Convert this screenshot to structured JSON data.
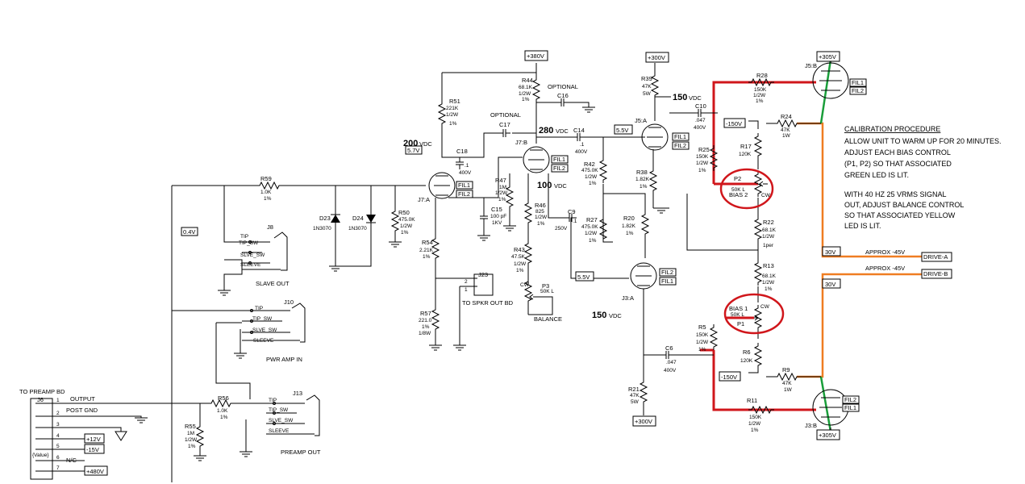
{
  "colors": {
    "red": "#d0161b",
    "orange": "#ef7d22",
    "green": "#1a9e3a"
  },
  "rails": {
    "r380": "+380V",
    "r300a": "+300V",
    "r305a": "+305V",
    "r305b": "+305V",
    "r300b": "+300V",
    "r480": "+480V",
    "p12": "+12V",
    "n15": "-15V",
    "n150a": "-150V",
    "n150b": "-150V",
    "v57": "5.7V",
    "v55a": "5.5V",
    "v55b": "5.5V",
    "v04": "0.4V",
    "v30a": "30V",
    "v30b": "30V"
  },
  "voltages": {
    "v200": "200",
    "v200u": "VDC",
    "v280": "280",
    "v280u": "VDC",
    "v100": "100",
    "v100u": "VDC",
    "v150a": "150",
    "v150au": "VDC",
    "v150b": "150",
    "v150bu": "VDC"
  },
  "components": {
    "R59": [
      "R59",
      "1.0K",
      "1%"
    ],
    "R51": [
      "R51",
      "221K",
      "1/2W",
      "1%"
    ],
    "R44": [
      "R44",
      "68.1K",
      "1/2W",
      "1%"
    ],
    "R39": [
      "R39",
      "47K",
      "5W"
    ],
    "R28": [
      "R28",
      "150K",
      "1/2W",
      "1%"
    ],
    "R24": [
      "R24",
      "47K",
      "1W"
    ],
    "R17": [
      "R17",
      "120K"
    ],
    "R25": [
      "R25",
      "150K",
      "1/2W",
      "1%"
    ],
    "R38": [
      "R38",
      "1.82K",
      "1%"
    ],
    "R42": [
      "R42",
      "475.0K",
      "1/2W",
      "1%"
    ],
    "R47": [
      "R47",
      "1M",
      "1/2W",
      "1%"
    ],
    "R46": [
      "R46",
      "825",
      "1/2W",
      "1%"
    ],
    "R43": [
      "R43",
      "47.5K",
      "1/2W",
      "1%"
    ],
    "R27": [
      "R27",
      "475.0K",
      "1/2W",
      "1%"
    ],
    "R20": [
      "R20",
      "1.82K",
      "1%"
    ],
    "R50": [
      "R50",
      "475.0K",
      "1/2W",
      "1%"
    ],
    "R54": [
      "R54",
      "2.21K",
      "1%"
    ],
    "R57": [
      "R57",
      "221.0",
      "1%",
      "1/8W"
    ],
    "R22": [
      "R22",
      "68.1K",
      "1/2W",
      "1per"
    ],
    "R13": [
      "R13",
      "68.1K",
      "1/2W",
      "1%"
    ],
    "R5": [
      "R5",
      "150K",
      "1/2W",
      "1%"
    ],
    "R6": [
      "R6",
      "120K"
    ],
    "R9": [
      "R9",
      "47K",
      "1W"
    ],
    "R11": [
      "R11",
      "150K",
      "1/2W",
      "1%"
    ],
    "R21": [
      "R21",
      "47K",
      "5W"
    ],
    "R56": [
      "R56",
      "1.0K",
      "1%"
    ],
    "R55": [
      "R55",
      "1M",
      "1/2W",
      "1%"
    ],
    "C18": [
      "C18",
      ".1",
      "400V"
    ],
    "C17": [
      "C17"
    ],
    "C17opt": "OPTIONAL",
    "C16": [
      "C16"
    ],
    "C16opt": "OPTIONAL",
    "C14": [
      "C14",
      ".1",
      "400V"
    ],
    "C10": [
      "C10",
      ".047",
      "400V"
    ],
    "C15": [
      "C15",
      "100 pF",
      "1KV"
    ],
    "C9": [
      "C9",
      ".1",
      "250V"
    ],
    "C6": [
      "C6",
      ".047",
      "400V"
    ],
    "D23": [
      "D23",
      "1N3070"
    ],
    "D24": [
      "D24",
      "1N3070"
    ],
    "P3": [
      "P3",
      "50K L",
      "CW"
    ],
    "P3label": "BALANCE",
    "P2": [
      "P2",
      "50K L",
      "BIAS 2",
      "CW"
    ],
    "P1": [
      "BIAS 1",
      "50K L",
      "P1",
      "CW"
    ]
  },
  "tubes": {
    "J7A": "J7:A",
    "J7B": "J7:B",
    "J5A": "J5:A",
    "J5B": "J5:B",
    "J3A": "J3:A",
    "J3B": "J3:B",
    "fil1": "FIL1",
    "fil2": "FIL2"
  },
  "jacks": {
    "J8": "J8",
    "J8name": "SLAVE OUT",
    "J10": "J10",
    "J10name": "PWR AMP IN",
    "J13": "J13",
    "J13name": "PREAMP OUT",
    "J23": "J23",
    "J23name": "TO SPKR OUT BD",
    "J23p1": "1",
    "J23p2": "2",
    "tip": "TIP",
    "tipsw": "TIP_SW",
    "slvsw": "SLVE_SW",
    "sleeve": "SLEEVE"
  },
  "connector": {
    "title": "TO PREAMP BD",
    "ref": "J6",
    "value": "{Value}",
    "pins": [
      "1",
      "2",
      "3",
      "4",
      "5",
      "6",
      "7"
    ],
    "output": "OUTPUT",
    "postgnd": "POST GND",
    "nc": "N/C"
  },
  "drive": {
    "a": "DRIVE-A",
    "b": "DRIVE-B",
    "approx1": "APPROX -45V",
    "approx2": "APPROX -45V"
  },
  "calibration": {
    "title": "CALIBRATION PROCEDURE",
    "lines": [
      "ALLOW UNIT TO WARM UP FOR 20 MINUTES.",
      "ADJUST EACH BIAS CONTROL",
      "(P1, P2) SO THAT ASSOCIATED",
      "GREEN LED IS LIT.",
      "",
      "WITH 40 HZ 25 VRMS SIGNAL",
      "OUT,  ADJUST BALANCE CONTROL",
      "SO THAT ASSOCIATED YELLOW",
      "LED IS LIT."
    ]
  }
}
